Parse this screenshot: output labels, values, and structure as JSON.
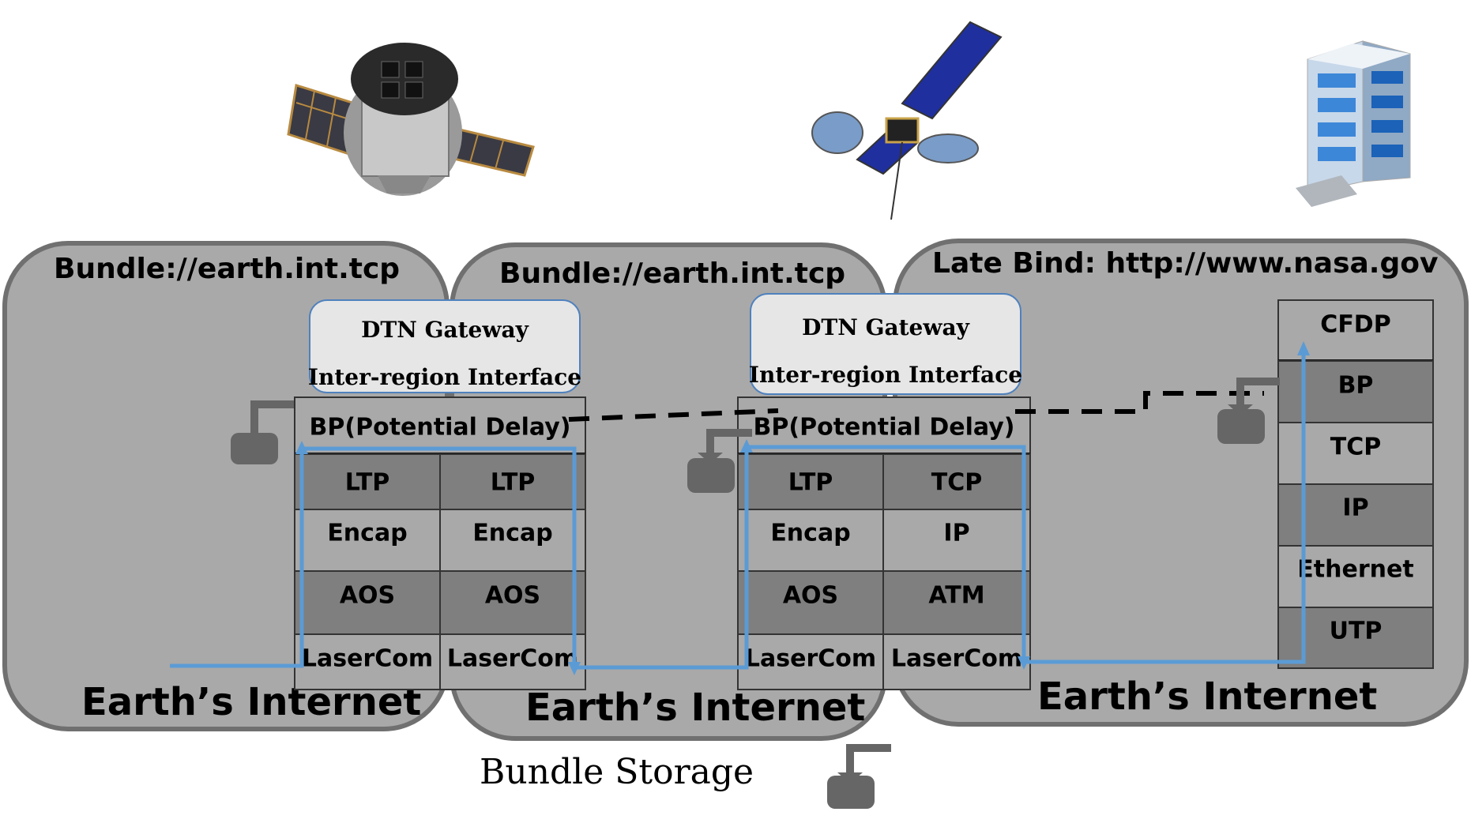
{
  "regions": [
    {
      "title": "Bundle://earth.int.tcp",
      "network": "Earth’s Internet"
    },
    {
      "title": "Bundle://earth.int.tcp",
      "network": "Earth’s Internet"
    },
    {
      "title": "Late Bind: http://www.nasa.gov",
      "network": "Earth’s Internet"
    }
  ],
  "gateways": [
    {
      "name": "DTN Gateway",
      "interface": "Inter-region Interface",
      "bp": "BP(Potential Delay)",
      "left_stack": [
        "LTP",
        "Encap",
        "AOS",
        "LaserCom"
      ],
      "right_stack": [
        "LTP",
        "Encap",
        "AOS",
        "LaserCom"
      ]
    },
    {
      "name": "DTN Gateway",
      "interface": "Inter-region Interface",
      "bp": "BP(Potential Delay)",
      "left_stack": [
        "LTP",
        "Encap",
        "AOS",
        "LaserCom"
      ],
      "right_stack": [
        "TCP",
        "IP",
        "ATM",
        "LaserCom"
      ]
    }
  ],
  "endpoint_stack": [
    "CFDP",
    "BP",
    "TCP",
    "IP",
    "Ethernet",
    "UTP"
  ],
  "storage_label": "Bundle Storage",
  "icons": [
    "spacecraft-icon",
    "relay-satellite-icon",
    "office-building-icon",
    "storage-icon"
  ],
  "colors": {
    "region_fill": "#a9a9a9",
    "cell_dark": "#7f7f7f",
    "cell_light": "#a9a9a9",
    "path": "#5b9bd5"
  }
}
